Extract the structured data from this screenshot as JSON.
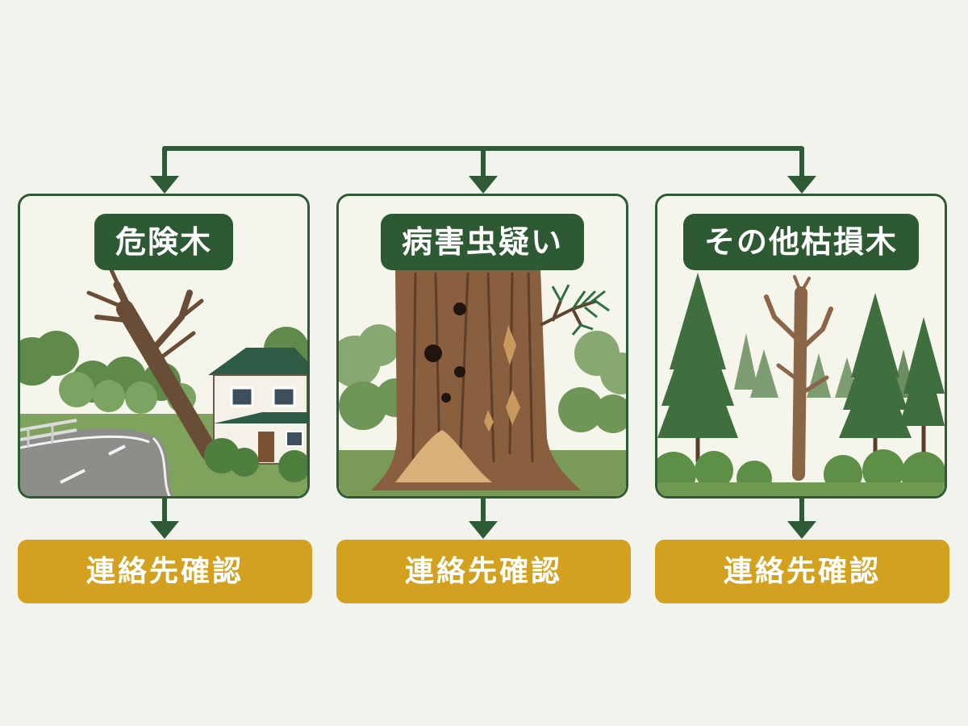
{
  "categories": [
    {
      "label": "危険木",
      "scene_icon": "leaning-tree-near-house-icon",
      "action": "連絡先確認"
    },
    {
      "label": "病害虫疑い",
      "scene_icon": "bored-tree-trunk-icon",
      "action": "連絡先確認"
    },
    {
      "label": "その他枯損木",
      "scene_icon": "dead-tree-in-forest-icon",
      "action": "連絡先確認"
    }
  ],
  "colors": {
    "background": "#f1f3ec",
    "connector": "#2f5a36",
    "label_fill": "#2e5a33",
    "action_fill": "#d4a020"
  }
}
